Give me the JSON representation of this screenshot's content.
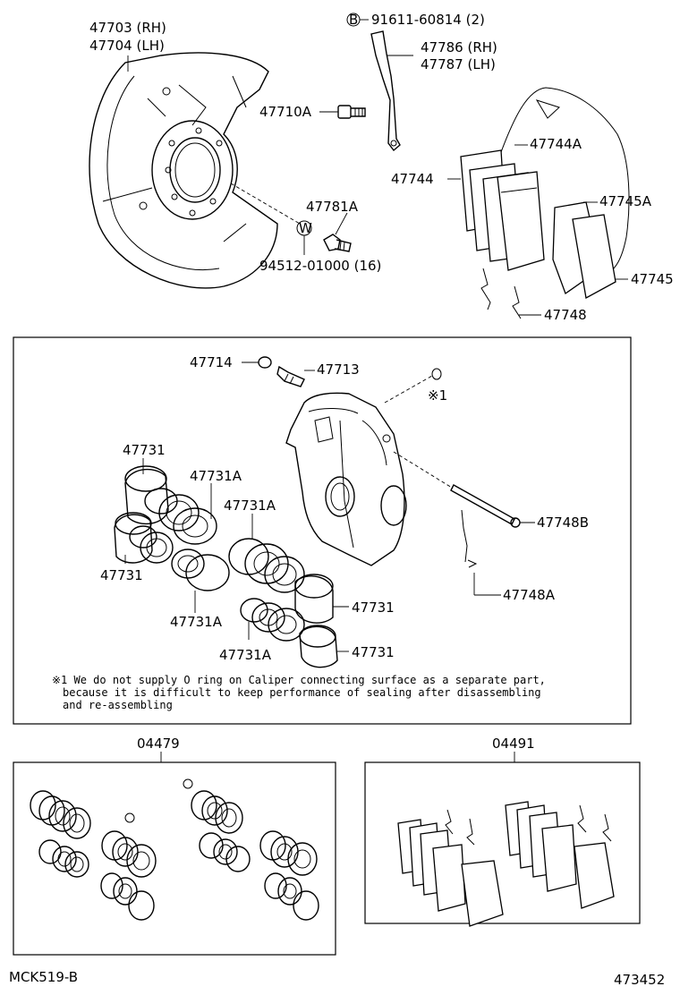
{
  "labels": {
    "p47703": "47703 (RH)",
    "p47704": "47704 (LH)",
    "p91611_mark": "B",
    "p91611": "91611-60814 (2)",
    "p47786": "47786 (RH)",
    "p47787": "47787 (LH)",
    "p47710A": "47710A",
    "p47744A": "47744A",
    "p47744": "47744",
    "p47781A": "47781A",
    "p94512_mark": "W",
    "p94512": "94512-01000 (16)",
    "p47745A": "47745A",
    "p47745": "47745",
    "p47748": "47748",
    "p47714": "47714",
    "p47713": "47713",
    "ref1": "※1",
    "p47731_a": "47731",
    "p47731A_a": "47731A",
    "p47731A_b": "47731A",
    "p47731_b": "47731",
    "p47748B": "47748B",
    "p47748A": "47748A",
    "p47731_c": "47731",
    "p47731A_c": "47731A",
    "p47731A_d": "47731A",
    "p47731_d": "47731",
    "kit04479": "04479",
    "kit04491": "04491",
    "footer_left": "MCK519-B",
    "footer_right": "473452"
  },
  "note": {
    "line1": "※1 We do not supply O ring on Caliper connecting surface as a separate part,",
    "line2": "because it is difficult to keep performance of sealing after disassembling",
    "line3": "and re-assembling"
  }
}
